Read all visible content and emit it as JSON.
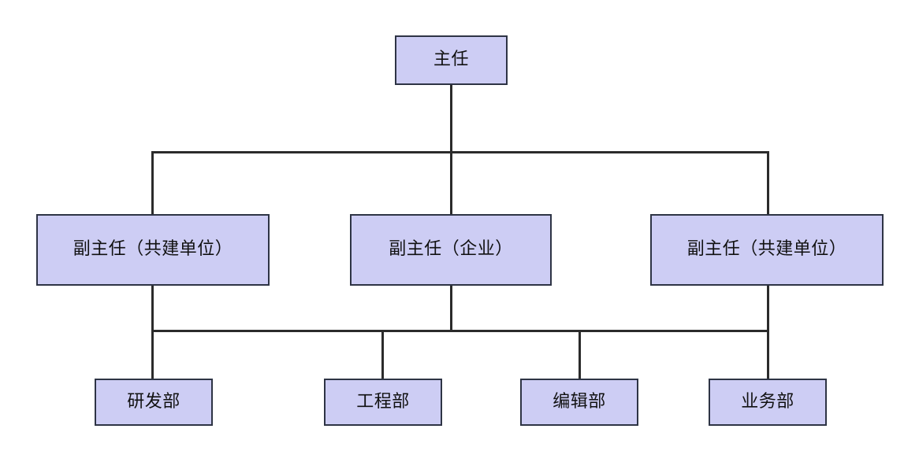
{
  "diagram": {
    "type": "org-chart",
    "title": "",
    "orientation": "top-down",
    "style": {
      "node_fill": "#cdcdf4",
      "node_border": "#2e3445",
      "connector_color": "#2b2b2b",
      "background": "#ffffff",
      "text_color": "#111111"
    },
    "levels": [
      {
        "level": 1,
        "nodes": [
          {
            "id": "director",
            "label": "主任"
          }
        ]
      },
      {
        "level": 2,
        "nodes": [
          {
            "id": "deputy-left",
            "label": "副主任（共建单位）"
          },
          {
            "id": "deputy-middle",
            "label": "副主任（企业）"
          },
          {
            "id": "deputy-right",
            "label": "副主任（共建单位）"
          }
        ]
      },
      {
        "level": 3,
        "nodes": [
          {
            "id": "dept-rd",
            "label": "研发部"
          },
          {
            "id": "dept-engineering",
            "label": "工程部"
          },
          {
            "id": "dept-editorial",
            "label": "编辑部"
          },
          {
            "id": "dept-business",
            "label": "业务部"
          }
        ]
      }
    ],
    "edges": [
      {
        "from": "director",
        "to": "deputy-left"
      },
      {
        "from": "director",
        "to": "deputy-middle"
      },
      {
        "from": "director",
        "to": "deputy-right"
      },
      {
        "from": "deputy-left",
        "to": "dept-bus"
      },
      {
        "from": "deputy-middle",
        "to": "dept-bus"
      },
      {
        "from": "deputy-right",
        "to": "dept-bus"
      },
      {
        "from": "dept-bus",
        "to": "dept-rd"
      },
      {
        "from": "dept-bus",
        "to": "dept-engineering"
      },
      {
        "from": "dept-bus",
        "to": "dept-editorial"
      },
      {
        "from": "dept-bus",
        "to": "dept-business"
      }
    ]
  }
}
